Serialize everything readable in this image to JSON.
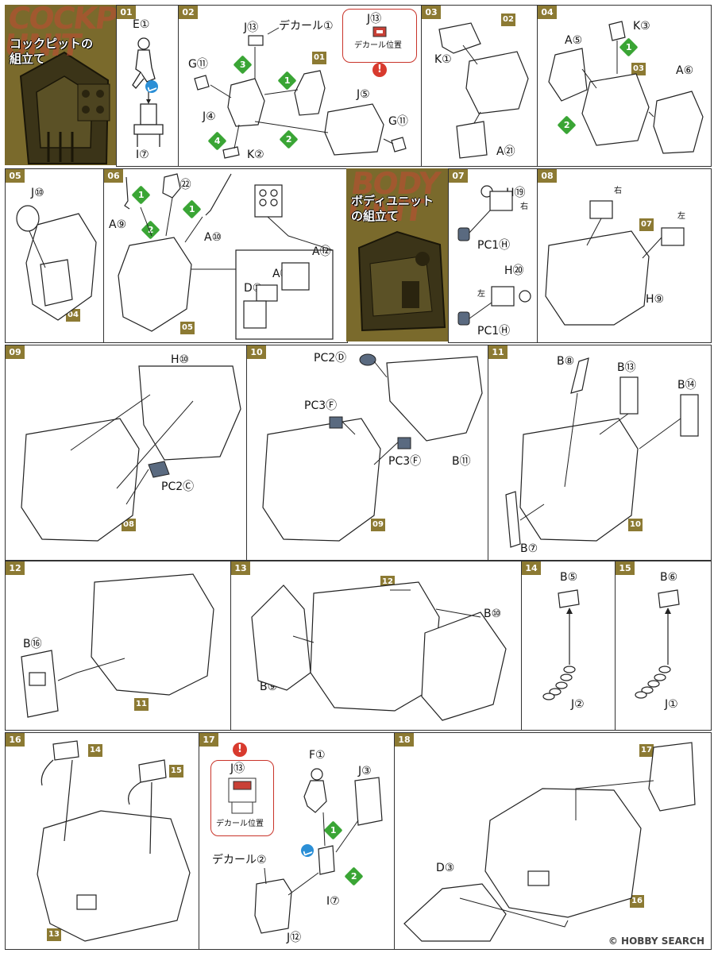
{
  "steps": {
    "s01": {
      "num": "01",
      "part_e1": "E①",
      "part_i7": "I⑦"
    },
    "s02": {
      "num": "02",
      "part_j13": "J⑬",
      "decal1": "デカール①",
      "callout_part": "J⑬",
      "callout_caption": "デカール位置",
      "warn_mark": "!",
      "ref_01": "01",
      "part_g11_left": "G⑪",
      "part_j4": "J④",
      "part_k2": "K②",
      "part_j5": "J⑤",
      "part_g11_right": "G⑪",
      "step1": "1",
      "step2": "2",
      "step3": "3",
      "step4": "4"
    },
    "s03": {
      "num": "03",
      "ref_02": "02",
      "part_k1": "K①",
      "part_a21": "A㉑"
    },
    "s04": {
      "num": "04",
      "part_a5": "A⑤",
      "part_k3": "K③",
      "ref_03": "03",
      "part_a6": "A⑥",
      "step1": "1",
      "step2": "2"
    },
    "s05": {
      "num": "05",
      "part_j10": "J⑩",
      "ref_04": "04"
    },
    "s06": {
      "num": "06",
      "part_a22": "A㉒",
      "part_a9": "A⑨",
      "part_a10": "A⑩",
      "part_a12": "A⑫",
      "part_a11": "A⑪",
      "part_d2": "D②",
      "ref_05": "05",
      "step1a": "1",
      "step1b": "1",
      "step2": "2"
    },
    "s07": {
      "num": "07",
      "part_h19": "H⑲",
      "right_kanji": "右",
      "part_pc1h_a": "PC1Ⓗ",
      "part_h20": "H⑳",
      "left_kanji": "左",
      "part_pc1h_b": "PC1Ⓗ"
    },
    "s08": {
      "num": "08",
      "right_kanji": "右",
      "ref_07": "07",
      "left_kanji": "左",
      "part_h9": "H⑨"
    },
    "s09": {
      "num": "09",
      "part_h10": "H⑩",
      "part_pc2c": "PC2Ⓒ",
      "ref_08": "08"
    },
    "s10": {
      "num": "10",
      "part_pc2d": "PC2Ⓓ",
      "part_pc3f_a": "PC3Ⓕ",
      "part_pc3f_b": "PC3Ⓕ",
      "part_b11": "B⑪",
      "ref_09": "09"
    },
    "s11": {
      "num": "11",
      "part_b8": "B⑧",
      "part_b13": "B⑬",
      "part_b14": "B⑭",
      "part_b7": "B⑦",
      "ref_10": "10"
    },
    "s12": {
      "num": "12",
      "part_b16": "B⑯",
      "ref_11": "11"
    },
    "s13": {
      "num": "13",
      "ref_12": "12",
      "part_b10": "B⑩",
      "part_b9": "B⑨"
    },
    "s14": {
      "num": "14",
      "part_b5": "B⑤",
      "part_j2": "J②"
    },
    "s15": {
      "num": "15",
      "part_b6": "B⑥",
      "part_j1": "J①"
    },
    "s16": {
      "num": "16",
      "ref_14": "14",
      "ref_15": "15",
      "ref_13": "13"
    },
    "s17": {
      "num": "17",
      "warn_mark": "!",
      "callout_part": "J⑬",
      "callout_caption": "デカール位置",
      "part_f1": "F①",
      "part_j3": "J③",
      "decal2": "デカール②",
      "part_i7": "I⑦",
      "part_j12": "J⑫",
      "step1": "1",
      "step2": "2"
    },
    "s18": {
      "num": "18",
      "ref_17": "17",
      "part_d3": "D③",
      "ref_16": "16"
    }
  },
  "title_blocks": {
    "cockpit": {
      "heading": "コックピットの\n組立て",
      "bg_word": "COCKPIT UNIT"
    },
    "body": {
      "heading": "ボディユニット\nの組立て",
      "bg_word": "BODY UNIT"
    }
  },
  "watermark": "© HOBBY SEARCH",
  "colors": {
    "step_tag": "#8c7a33",
    "green_step": "#3aa535",
    "blue_mark": "#2b8fd6",
    "warning": "#d83a2e",
    "polycap": "#5a6a80"
  }
}
